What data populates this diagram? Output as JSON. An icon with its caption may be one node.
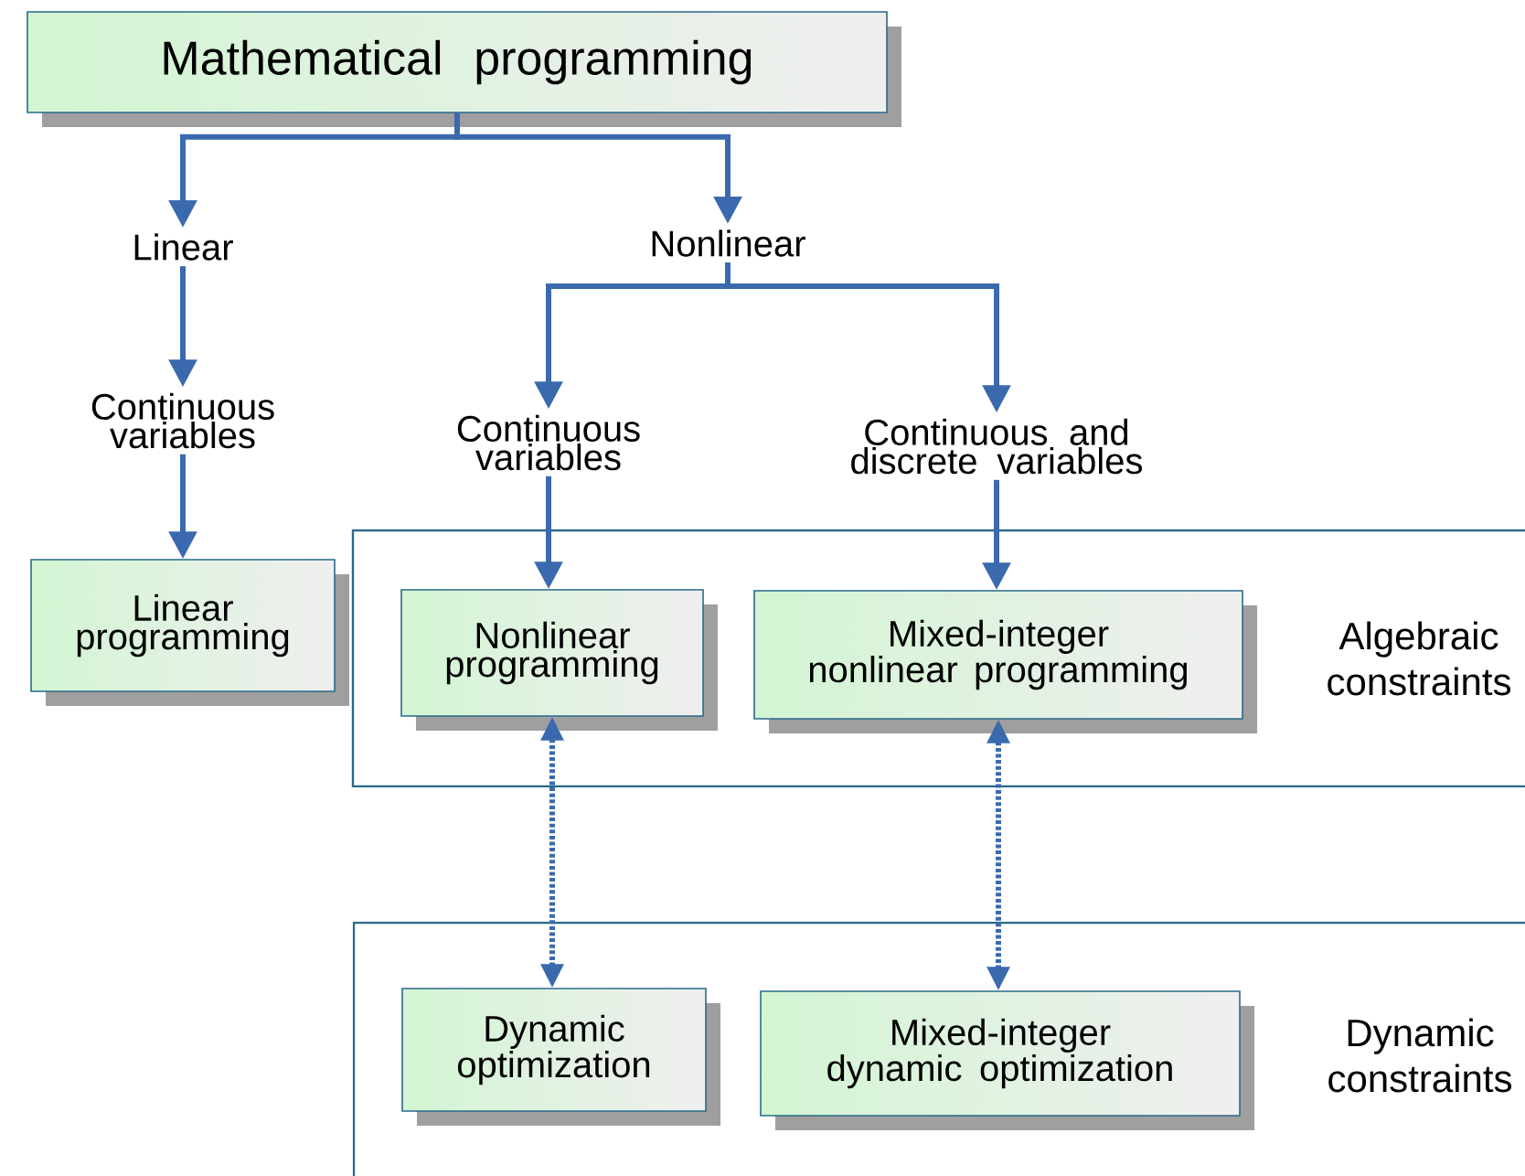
{
  "diagram": {
    "nodes": [
      {
        "text": [
          "Mathematical programming"
        ]
      },
      {
        "text": [
          "Linear"
        ]
      },
      {
        "text": [
          "Nonlinear"
        ]
      },
      {
        "text": [
          "Continuous variables"
        ]
      },
      {
        "text": [
          "Linear programming"
        ]
      },
      {
        "text": [
          "Continuous variables"
        ]
      },
      {
        "text": [
          "Continuous and discrete variables"
        ]
      },
      {
        "text": [
          "Algebraic constraints"
        ]
      },
      {
        "text": [
          "Nonlinear programming"
        ],
        "in": 7
      },
      {
        "text": [
          "Mixed-integer nonlinear programming"
        ],
        "in": 7
      },
      {
        "text": [
          "Dynamic constraints"
        ]
      },
      {
        "text": [
          "Dynamic optimization"
        ],
        "in": 10
      },
      {
        "text": [
          "Mixed-integer dynamic optimization"
        ],
        "in": 10
      }
    ],
    "edges": [
      {
        "from": 0,
        "to": 1,
        "arrow": "to"
      },
      {
        "from": 0,
        "to": 2,
        "arrow": "to"
      },
      {
        "from": 1,
        "to": 3,
        "arrow": "to"
      },
      {
        "from": 3,
        "to": 4,
        "arrow": "to"
      },
      {
        "from": 2,
        "to": 5,
        "arrow": "to"
      },
      {
        "from": 2,
        "to": 6,
        "arrow": "to"
      },
      {
        "from": 5,
        "to": 8,
        "arrow": "to"
      },
      {
        "from": 6,
        "to": 9,
        "arrow": "to"
      },
      {
        "from": 8,
        "to": 11,
        "arrow": "both",
        "style": "dashed"
      },
      {
        "from": 9,
        "to": 12,
        "arrow": "both",
        "style": "dashed"
      }
    ]
  }
}
